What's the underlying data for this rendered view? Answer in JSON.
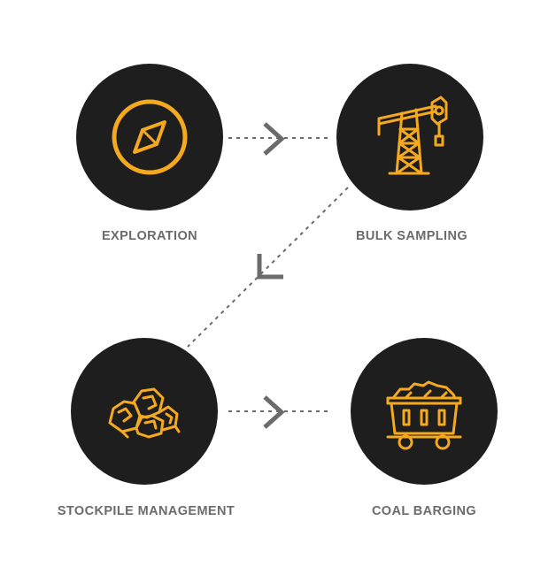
{
  "colors": {
    "circle": "#1e1e1e",
    "icon": "#f5a91f",
    "label": "#6b6b6b",
    "connector": "#6b6b6b"
  },
  "steps": [
    {
      "label": "EXPLORATION",
      "icon": "compass-icon"
    },
    {
      "label": "BULK SAMPLING",
      "icon": "drilling-rig-icon"
    },
    {
      "label": "STOCKPILE MANAGEMENT",
      "icon": "coal-pile-icon"
    },
    {
      "label": "COAL BARGING",
      "icon": "mine-cart-icon"
    }
  ],
  "connectors": [
    {
      "from": "EXPLORATION",
      "to": "BULK SAMPLING",
      "icon": "chevron-right-icon"
    },
    {
      "from": "BULK SAMPLING",
      "to": "STOCKPILE MANAGEMENT",
      "icon": "chevron-down-left-icon"
    },
    {
      "from": "STOCKPILE MANAGEMENT",
      "to": "COAL BARGING",
      "icon": "chevron-right-icon"
    }
  ]
}
